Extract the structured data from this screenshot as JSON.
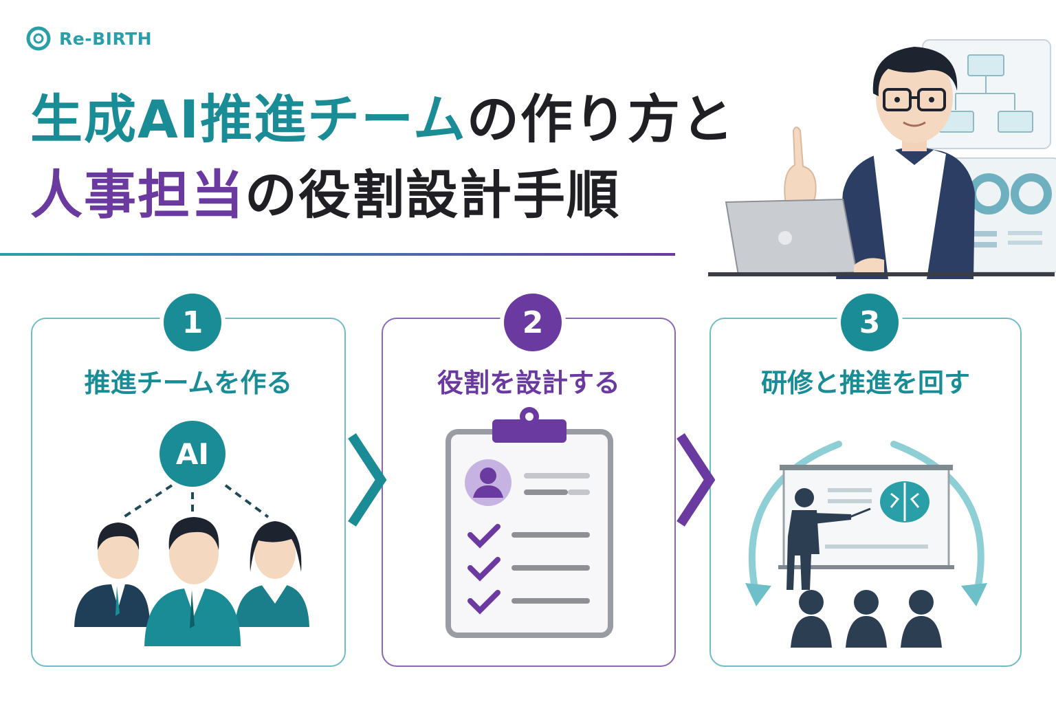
{
  "brand": {
    "name": "Re-BIRTH",
    "logo_icon": "ring-logo-icon"
  },
  "title": {
    "line1": {
      "highlight": "生成AI推進チーム",
      "rest": "の作り方と"
    },
    "line2": {
      "highlight": "人事担当",
      "rest": "の役割設計手順"
    }
  },
  "colors": {
    "teal": "#1a8c96",
    "purple": "#6a3aa0",
    "navy": "#2c3e64",
    "dark": "#1f1f24"
  },
  "steps": [
    {
      "number": "1",
      "title": "推進チームを作る",
      "badge": "AI",
      "icon": "team-org-icon"
    },
    {
      "number": "2",
      "title": "役割を設計する",
      "icon": "clipboard-checklist-icon"
    },
    {
      "number": "3",
      "title": "研修と推進を回す",
      "icon": "training-cycle-icon"
    }
  ],
  "illustration": {
    "icon": "presenter-with-laptop-illustration"
  }
}
